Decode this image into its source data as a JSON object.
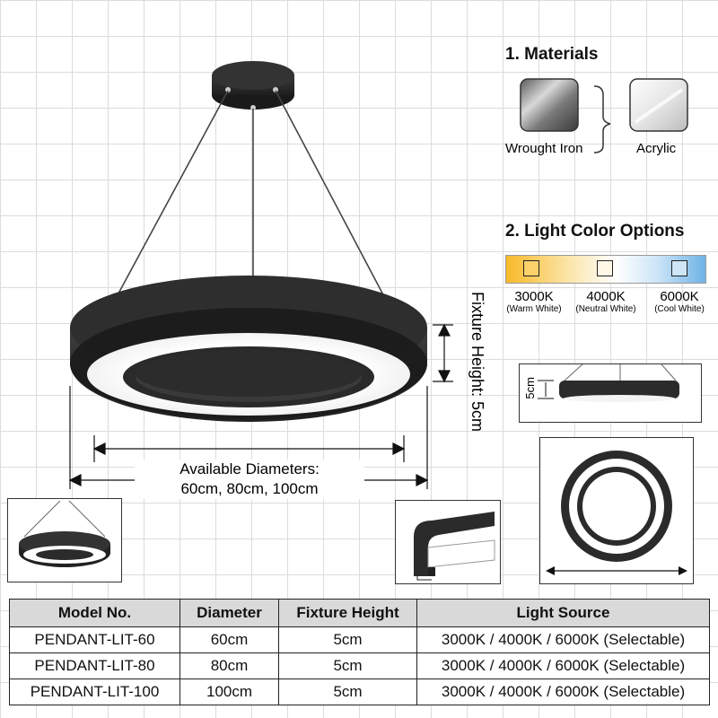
{
  "materials": {
    "heading": "1. Materials",
    "items": [
      {
        "name": "Wrought Iron",
        "icon": "metal-texture-icon"
      },
      {
        "name": "Acrylic",
        "icon": "acrylic-texture-icon"
      }
    ]
  },
  "light_colors": {
    "heading": "2. Light Color Options",
    "gradient": [
      "#f7b928",
      "#fbe3a4",
      "#ffffff",
      "#cfe6f7",
      "#6fb3e6"
    ],
    "options": [
      {
        "temp": "3000K",
        "desc": "(Warm White)"
      },
      {
        "temp": "4000K",
        "desc": "(Neutral White)"
      },
      {
        "temp": "6000K",
        "desc": "(Cool White)"
      }
    ]
  },
  "dimensions": {
    "fixture_height_label": "Fixture Height: 5cm",
    "diameters_line1": "Available Diameters:",
    "diameters_line2": "60cm, 80cm, 100cm",
    "side_height_label": "5cm"
  },
  "table": {
    "headers": [
      "Model No.",
      "Diameter",
      "Fixture Height",
      "Light Source"
    ],
    "rows": [
      [
        "PENDANT-LIT-60",
        "60cm",
        "5cm",
        "3000K / 4000K / 6000K (Selectable)"
      ],
      [
        "PENDANT-LIT-80",
        "80cm",
        "5cm",
        "3000K / 4000K / 6000K (Selectable)"
      ],
      [
        "PENDANT-LIT-100",
        "100cm",
        "5cm",
        "3000K / 4000K / 6000K (Selectable)"
      ]
    ]
  },
  "colors": {
    "fixture": "#2b2b2b",
    "table_header": "#d9d9d9"
  }
}
